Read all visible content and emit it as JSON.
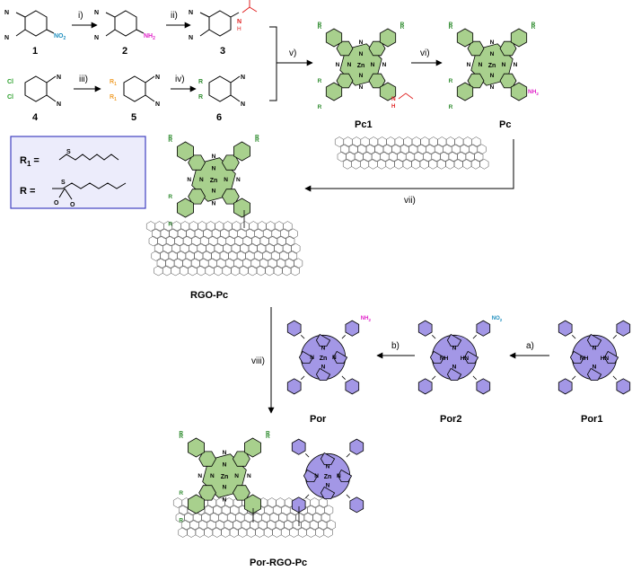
{
  "colors": {
    "phthalocyanine_fill": "#a8d08d",
    "porphyrin_fill": "#a397e6",
    "nitro": "#1f8fbf",
    "amine": "#e020c8",
    "chloro": "#2ca02c",
    "r1": "#f0a030",
    "r_label": "#2e8b2e",
    "amide": "#e02020",
    "legend_border": "#4040c0",
    "legend_bg": "#ececfb"
  },
  "compounds": {
    "c1": "1",
    "c2": "2",
    "c3": "3",
    "c4": "4",
    "c5": "5",
    "c6": "6",
    "pc1": "Pc1",
    "pc": "Pc",
    "rgo_pc": "RGO-Pc",
    "por": "Por",
    "por2": "Por2",
    "por1": "Por1",
    "final": "Por-RGO-Pc"
  },
  "steps": {
    "i": "i)",
    "ii": "ii)",
    "iii": "iii)",
    "iv": "iv)",
    "v": "v)",
    "vi": "vi)",
    "vii": "vii)",
    "viii": "viii)",
    "a": "a)",
    "b": "b)"
  },
  "atoms": {
    "n": "N",
    "zn": "Zn",
    "nh": "NH",
    "hn": "HN",
    "r": "R",
    "r1": "R",
    "r1_sub": "1",
    "cl": "Cl",
    "no2": "NO",
    "no2_sub": "2",
    "nh2": "NH",
    "nh2_sub": "2",
    "h": "H",
    "s": "S",
    "o": "O"
  },
  "legend": {
    "r1_label": "R",
    "r1_sub": "1",
    "r1_eq": "=",
    "r_label": "R =",
    "s_atom": "S",
    "o_atom": "O"
  }
}
